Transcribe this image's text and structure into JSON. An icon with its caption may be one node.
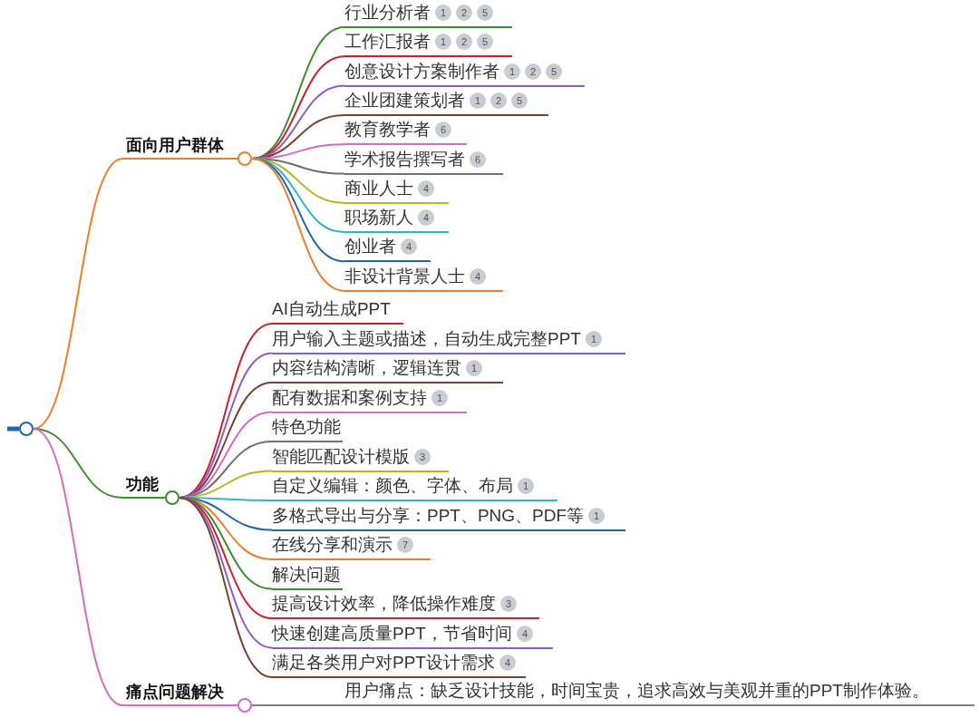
{
  "diagram": {
    "nodes": [
      {
        "text": [],
        "shape": "circle"
      },
      {
        "text": [
          "面向用户群体"
        ]
      },
      {
        "text": [
          "行业分析者",
          "1",
          "2",
          "5"
        ]
      },
      {
        "text": [
          "工作汇报者",
          "1",
          "2",
          "5"
        ]
      },
      {
        "text": [
          "创意设计方案制作者",
          "1",
          "2",
          "5"
        ]
      },
      {
        "text": [
          "企业团建策划者",
          "1",
          "2",
          "5"
        ]
      },
      {
        "text": [
          "教育教学者",
          "6"
        ]
      },
      {
        "text": [
          "学术报告撰写者",
          "6"
        ]
      },
      {
        "text": [
          "商业人士",
          "4"
        ]
      },
      {
        "text": [
          "职场新人",
          "4"
        ]
      },
      {
        "text": [
          "创业者",
          "4"
        ]
      },
      {
        "text": [
          "非设计背景人士",
          "4"
        ]
      },
      {
        "text": [
          "功能"
        ]
      },
      {
        "text": [
          "AI自动生成PPT"
        ]
      },
      {
        "text": [
          "用户输入主题或描述，自动生成完整PPT",
          "1"
        ]
      },
      {
        "text": [
          "内容结构清晰，逻辑连贯",
          "1"
        ]
      },
      {
        "text": [
          "配有数据和案例支持",
          "1"
        ]
      },
      {
        "text": [
          "特色功能"
        ]
      },
      {
        "text": [
          "智能匹配设计模版",
          "3"
        ]
      },
      {
        "text": [
          "自定义编辑：颜色、字体、布局",
          "1"
        ]
      },
      {
        "text": [
          "多格式导出与分享：PPT、PNG、PDF等",
          "1"
        ]
      },
      {
        "text": [
          "在线分享和演示",
          "7"
        ]
      },
      {
        "text": [
          "解决问题"
        ]
      },
      {
        "text": [
          "提高设计效率，降低操作难度",
          "3"
        ]
      },
      {
        "text": [
          "快速创建高质量PPT，节省时间",
          "4"
        ]
      },
      {
        "text": [
          "满足各类用户对PPT设计需求",
          "4"
        ]
      },
      {
        "text": [
          "痛点问题解决"
        ]
      },
      {
        "text": [
          "用户痛点：缺乏设计技能，时间宝贵，追求高效与美观并重的PPT制作体验。"
        ]
      }
    ],
    "edges": [
      {
        "from": 0,
        "to": 1,
        "arrow": "none",
        "color": "#ee7d2b"
      },
      {
        "from": 1,
        "to": 2,
        "arrow": "none",
        "color": "#3a8f2d"
      },
      {
        "from": 1,
        "to": 3,
        "arrow": "none",
        "color": "#c8202c"
      },
      {
        "from": 1,
        "to": 4,
        "arrow": "none",
        "color": "#8e5cc0"
      },
      {
        "from": 1,
        "to": 5,
        "arrow": "none",
        "color": "#7a4030"
      },
      {
        "from": 1,
        "to": 6,
        "arrow": "none",
        "color": "#d56ac6"
      },
      {
        "from": 1,
        "to": 7,
        "arrow": "none",
        "color": "#6f6f6f"
      },
      {
        "from": 1,
        "to": 8,
        "arrow": "none",
        "color": "#b5b51e"
      },
      {
        "from": 1,
        "to": 9,
        "arrow": "none",
        "color": "#2db5cc"
      },
      {
        "from": 1,
        "to": 10,
        "arrow": "none",
        "color": "#2066a8"
      },
      {
        "from": 1,
        "to": 11,
        "arrow": "none",
        "color": "#ee7d2b"
      },
      {
        "from": 0,
        "to": 12,
        "arrow": "none",
        "color": "#3a8f2d"
      },
      {
        "from": 12,
        "to": 13,
        "arrow": "none",
        "color": "#c8202c"
      },
      {
        "from": 12,
        "to": 14,
        "arrow": "none",
        "color": "#8e5cc0"
      },
      {
        "from": 12,
        "to": 15,
        "arrow": "none",
        "color": "#7a4030"
      },
      {
        "from": 12,
        "to": 16,
        "arrow": "none",
        "color": "#d56ac6"
      },
      {
        "from": 12,
        "to": 17,
        "arrow": "none",
        "color": "#6f6f6f"
      },
      {
        "from": 12,
        "to": 18,
        "arrow": "none",
        "color": "#b5b51e"
      },
      {
        "from": 12,
        "to": 19,
        "arrow": "none",
        "color": "#2db5cc"
      },
      {
        "from": 12,
        "to": 20,
        "arrow": "none",
        "color": "#2066a8"
      },
      {
        "from": 12,
        "to": 21,
        "arrow": "none",
        "color": "#ee7d2b"
      },
      {
        "from": 12,
        "to": 22,
        "arrow": "none",
        "color": "#3a8f2d"
      },
      {
        "from": 12,
        "to": 23,
        "arrow": "none",
        "color": "#c8202c"
      },
      {
        "from": 12,
        "to": 24,
        "arrow": "none",
        "color": "#8e5cc0"
      },
      {
        "from": 12,
        "to": 25,
        "arrow": "none",
        "color": "#7a4030"
      },
      {
        "from": 0,
        "to": 26,
        "arrow": "none",
        "color": "#d56ac6"
      },
      {
        "from": 26,
        "to": 27,
        "arrow": "none",
        "color": "#808080"
      }
    ]
  }
}
